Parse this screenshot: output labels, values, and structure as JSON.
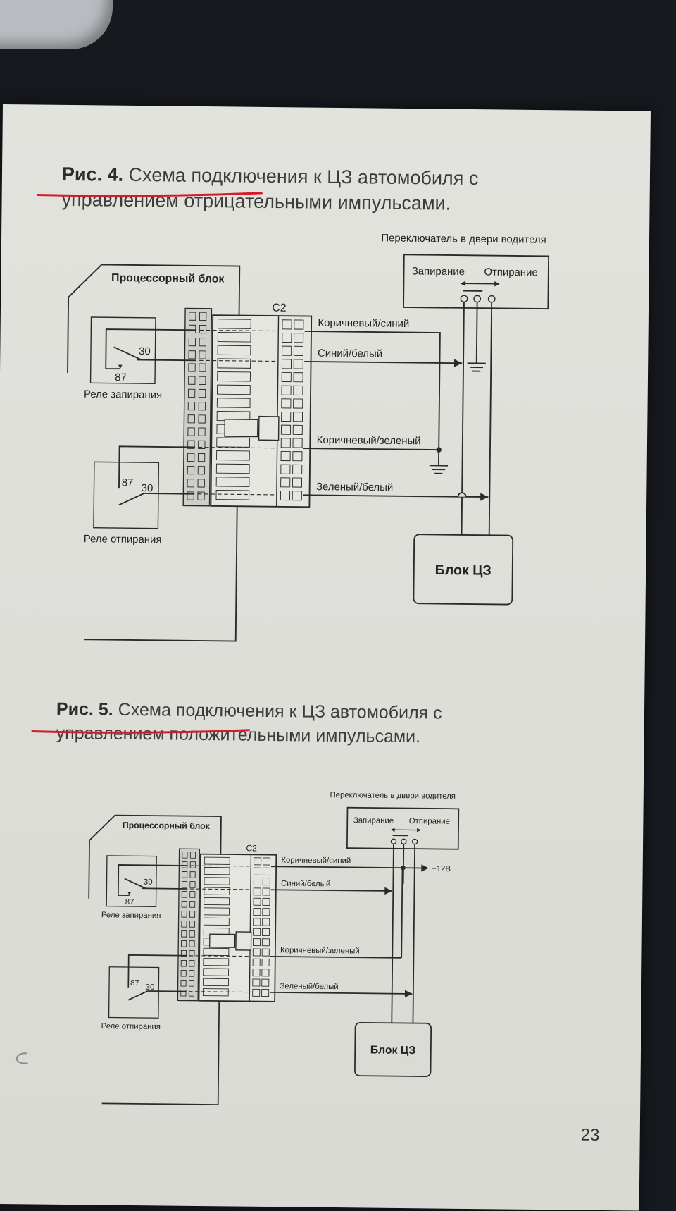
{
  "page_number": "23",
  "figures": [
    {
      "id": "fig4",
      "caption_num": "Рис. 4.",
      "caption_text": "Схема подключения к ЦЗ автомобиля с управлением отрицательными импульсами.",
      "processor_label": "Процессорный блок",
      "connector_label": "C2",
      "switch_title": "Переключатель в двери водителя",
      "lock_label": "Запирание",
      "unlock_label": "Отпирание",
      "relay_lock_label": "Реле запирания",
      "relay_unlock_label": "Реле отпирания",
      "pin_87": "87",
      "pin_30": "30",
      "wires": [
        "Коричневый/синий",
        "Синий/белый",
        "Коричневый/зеленый",
        "Зеленый/белый"
      ],
      "block_label": "Блок ЦЗ",
      "supply_label": ""
    },
    {
      "id": "fig5",
      "caption_num": "Рис. 5.",
      "caption_text": "Схема подключения к ЦЗ автомобиля с управлением положительными импульсами.",
      "processor_label": "Процессорный блок",
      "connector_label": "C2",
      "switch_title": "Переключатель в двери водителя",
      "lock_label": "Запирание",
      "unlock_label": "Отпирание",
      "relay_lock_label": "Реле запирания",
      "relay_unlock_label": "Реле отпирания",
      "pin_87": "87",
      "pin_30": "30",
      "wires": [
        "Коричневый/синий",
        "Синий/белый",
        "Коричневый/зеленый",
        "Зеленый/белый"
      ],
      "block_label": "Блок ЦЗ",
      "supply_label": "+12B"
    }
  ],
  "colors": {
    "page": "#e0e0db",
    "ink": "#2a2a2a",
    "underline": "#d41b2c"
  }
}
